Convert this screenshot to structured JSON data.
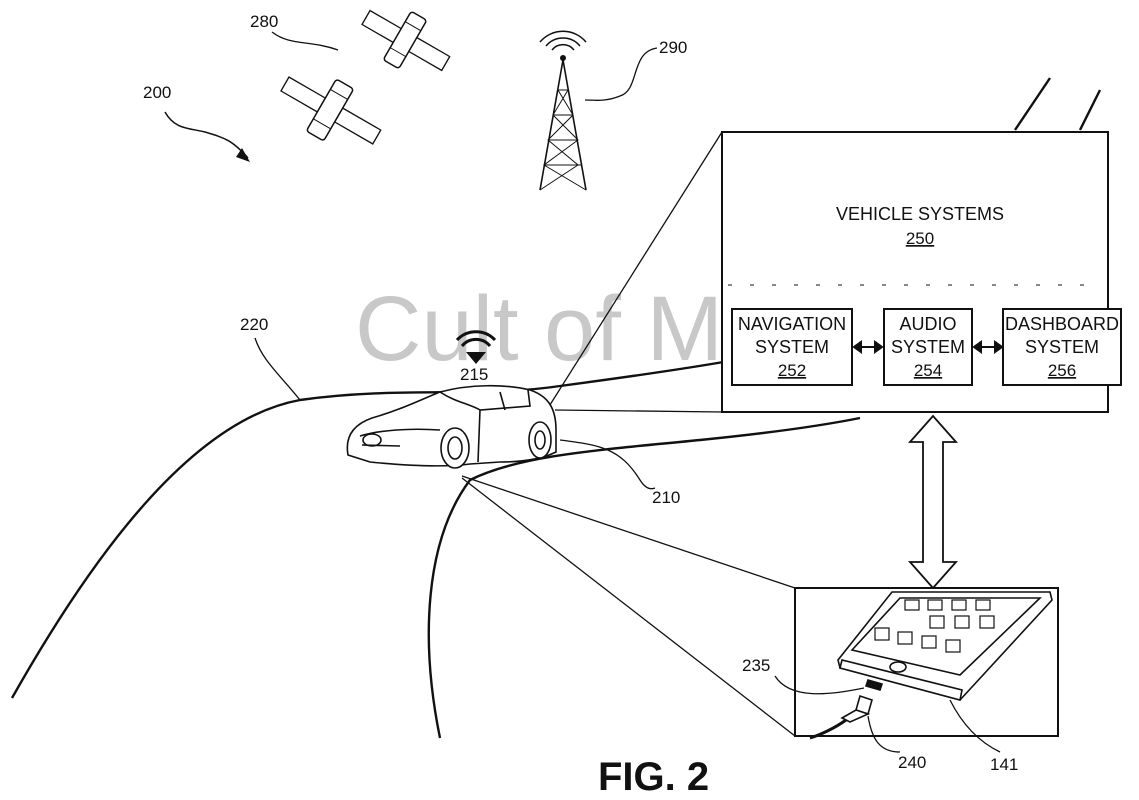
{
  "figure": {
    "caption": "FIG. 2",
    "watermark": "Cult of Mac",
    "refs": {
      "system": "200",
      "satellites": "280",
      "tower": "290",
      "road": "220",
      "wireless": "215",
      "vehicle": "210",
      "connector": "235",
      "cable": "240",
      "device": "141"
    },
    "vehicle_systems": {
      "title": "VEHICLE SYSTEMS",
      "number": "250",
      "subsystems": [
        {
          "line1": "NAVIGATION",
          "line2": "SYSTEM",
          "number": "252"
        },
        {
          "line1": "AUDIO",
          "line2": "SYSTEM",
          "number": "254"
        },
        {
          "line1": "DASHBOARD",
          "line2": "SYSTEM",
          "number": "256"
        }
      ]
    }
  }
}
